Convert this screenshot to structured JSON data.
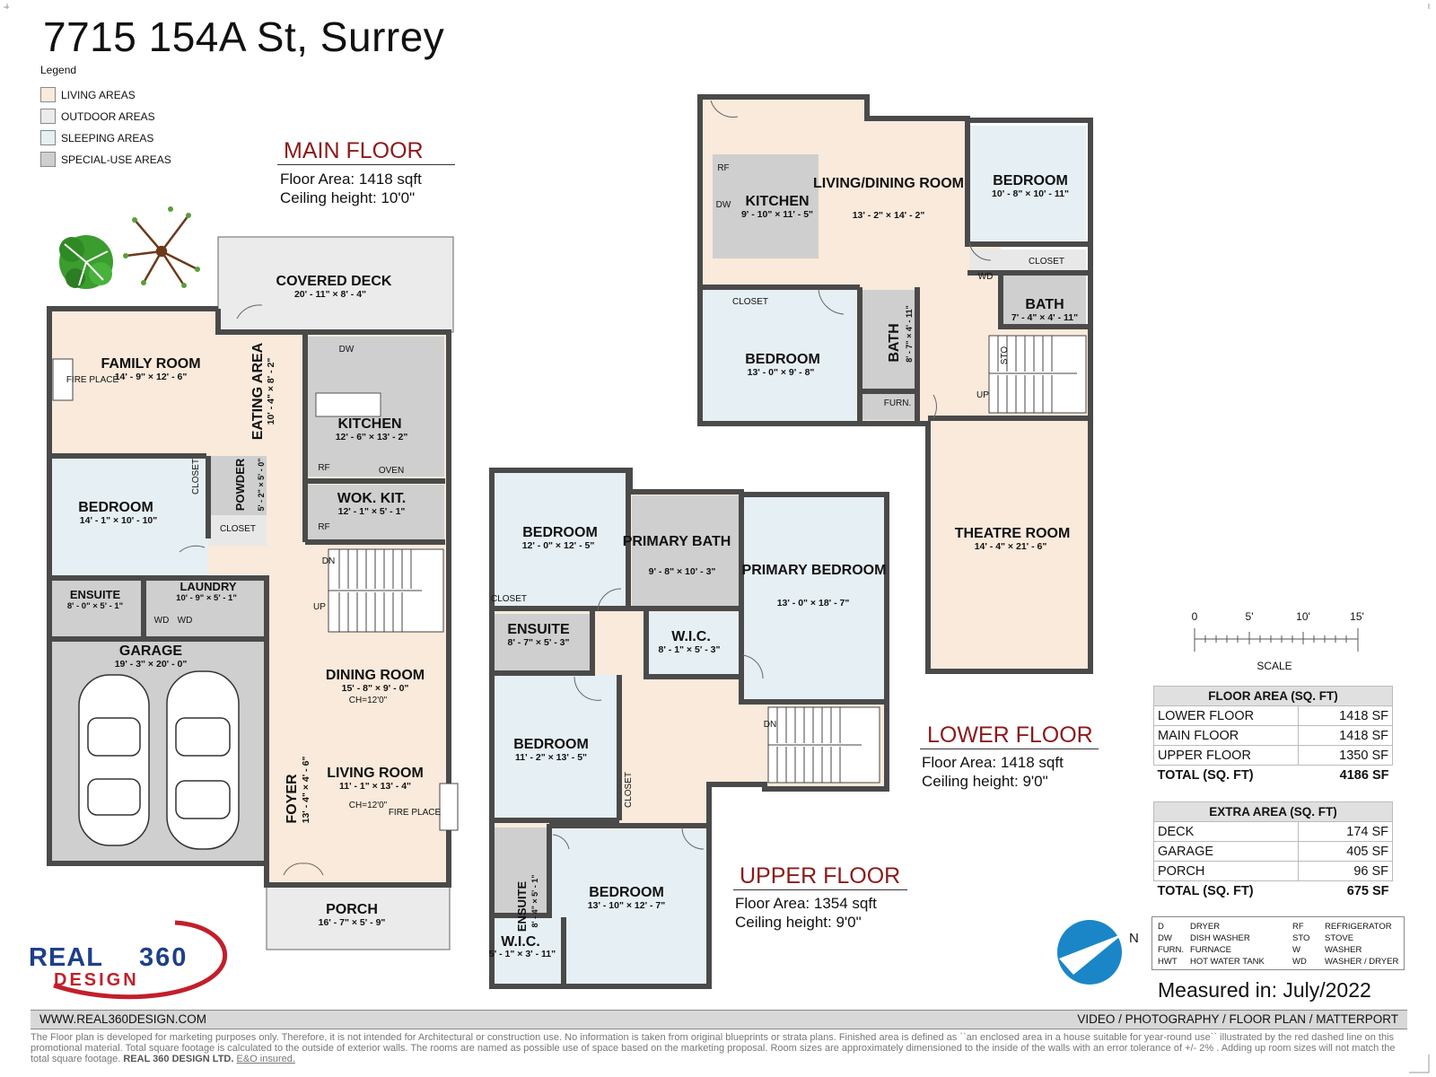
{
  "title": "7715 154A St, Surrey",
  "legend": {
    "title": "Legend",
    "items": [
      {
        "label": "LIVING AREAS",
        "color": "#f9eadb"
      },
      {
        "label": "OUTDOOR AREAS",
        "color": "#ebebeb"
      },
      {
        "label": "SLEEPING AREAS",
        "color": "#e6eff3"
      },
      {
        "label": "SPECIAL-USE AREAS",
        "color": "#cfcfcf"
      }
    ]
  },
  "floors": {
    "main": {
      "title": "MAIN FLOOR",
      "area": "Floor Area: 1418 sqft",
      "ceiling": "Ceiling height: 10'0\""
    },
    "lower": {
      "title": "LOWER FLOOR",
      "area": "Floor Area: 1418 sqft",
      "ceiling": "Ceiling height: 9'0\""
    },
    "upper": {
      "title": "UPPER FLOOR",
      "area": "Floor Area: 1354 sqft",
      "ceiling": "Ceiling height: 9'0\""
    }
  },
  "rooms": {
    "covered_deck": {
      "name": "COVERED DECK",
      "dim": "20' - 11\" × 8' - 4\""
    },
    "family_room": {
      "name": "FAMILY ROOM",
      "dim": "14' - 9\" × 12' - 6\""
    },
    "fireplace_main": "FIRE PLACE",
    "eating_area": {
      "name": "EATING AREA",
      "dim": "10' - 4\" × 8' - 2\""
    },
    "kitchen_main": {
      "name": "KITCHEN",
      "dim": "12' - 6\" × 13' - 2\""
    },
    "bedroom_main": {
      "name": "BEDROOM",
      "dim": "14' - 1\" × 10' - 10\""
    },
    "powder": {
      "name": "POWDER",
      "dim": "5' - 2\" × 5' - 0\""
    },
    "wok_kitchen": {
      "name": "WOK. KIT.",
      "dim": "12' - 1\" × 5' - 1\""
    },
    "ensuite_main": {
      "name": "ENSUITE",
      "dim": "8' - 0\" × 5' - 1\""
    },
    "laundry": {
      "name": "LAUNDRY",
      "dim": "10' - 9\" × 5' - 1\""
    },
    "garage": {
      "name": "GARAGE",
      "dim": "19' - 3\" × 20' - 0\""
    },
    "dining_room": {
      "name": "DINING ROOM",
      "dim": "15' - 8\" × 9' - 0\"",
      "ch": "CH=12'0\""
    },
    "living_room": {
      "name": "LIVING ROOM",
      "dim": "11' - 1\" × 13' - 4\"",
      "ch": "CH=12'0\""
    },
    "foyer": {
      "name": "FOYER",
      "dim": "13' - 4\" × 4' - 6\""
    },
    "fireplace_living": "FIRE PLACE",
    "porch": {
      "name": "PORCH",
      "dim": "16' - 7\" × 5' - 9\""
    },
    "kitchen_lower": {
      "name": "KITCHEN",
      "dim": "9' - 10\" × 11' - 5\""
    },
    "living_dining": {
      "name": "LIVING/DINING ROOM",
      "dim": "13' - 2\" × 14' - 2\""
    },
    "bedroom_lower_1": {
      "name": "BEDROOM",
      "dim": "10' - 8\" × 10' - 11\""
    },
    "bedroom_lower_2": {
      "name": "BEDROOM",
      "dim": "13' - 0\" × 9' - 8\""
    },
    "bath_lower_1": {
      "name": "BATH",
      "dim": "7' - 4\" × 4' - 11\""
    },
    "bath_lower_2": {
      "name": "BATH",
      "dim": "8' - 7\" × 4' - 11\""
    },
    "theatre_room": {
      "name": "THEATRE ROOM",
      "dim": "14' - 4\" × 21' - 6\""
    },
    "bedroom_upper_1": {
      "name": "BEDROOM",
      "dim": "12' - 0\" × 12' - 5\""
    },
    "primary_bath": {
      "name": "PRIMARY BATH",
      "dim": "9' - 8\" × 10' - 3\""
    },
    "primary_bedroom": {
      "name": "PRIMARY BEDROOM",
      "dim": "13' - 0\" × 18' - 7\""
    },
    "ensuite_upper_1": {
      "name": "ENSUITE",
      "dim": "8' - 7\" × 5' - 3\""
    },
    "wic_upper_1": {
      "name": "W.I.C.",
      "dim": "8' - 1\" × 5' - 3\""
    },
    "bedroom_upper_2": {
      "name": "BEDROOM",
      "dim": "11' - 2\" × 13' - 5\""
    },
    "ensuite_upper_2": {
      "name": "ENSUITE",
      "dim": "8' - 4\" × 5' - 1\""
    },
    "wic_upper_2": {
      "name": "W.I.C.",
      "dim": "5' - 1\" × 3' - 11\""
    },
    "bedroom_upper_3": {
      "name": "BEDROOM",
      "dim": "13' - 10\" × 12' - 7\""
    }
  },
  "fixtures": {
    "closet": "CLOSET",
    "dw": "DW",
    "rf": "RF",
    "oven": "OVEN",
    "wd": "WD",
    "furn": "FURN.",
    "dn": "DN",
    "up": "UP",
    "sto": "STO"
  },
  "scale": {
    "ticks": [
      "0",
      "5'",
      "10'",
      "15'"
    ],
    "label": "SCALE"
  },
  "floor_area_table": {
    "title": "FLOOR AREA (SQ. FT)",
    "rows": [
      {
        "label": "LOWER FLOOR",
        "value": "1418 SF"
      },
      {
        "label": "MAIN FLOOR",
        "value": "1418 SF"
      },
      {
        "label": "UPPER FLOOR",
        "value": "1350 SF"
      }
    ],
    "total_label": "TOTAL (SQ. FT)",
    "total_value": "4186 SF"
  },
  "extra_area_table": {
    "title": "EXTRA AREA (SQ. FT)",
    "rows": [
      {
        "label": "DECK",
        "value": "174 SF"
      },
      {
        "label": "GARAGE",
        "value": "405 SF"
      },
      {
        "label": "PORCH",
        "value": "96 SF"
      }
    ],
    "total_label": "TOTAL (SQ. FT)",
    "total_value": "675 SF"
  },
  "abbreviations": [
    {
      "code": "D",
      "meaning": "DRYER"
    },
    {
      "code": "DW",
      "meaning": "DISH WASHER"
    },
    {
      "code": "FURN.",
      "meaning": "FURNACE"
    },
    {
      "code": "HWT",
      "meaning": "HOT WATER TANK"
    },
    {
      "code": "RF",
      "meaning": "REFRIGERATOR"
    },
    {
      "code": "STO",
      "meaning": "STOVE"
    },
    {
      "code": "W",
      "meaning": "WASHER"
    },
    {
      "code": "WD",
      "meaning": "WASHER / DRYER"
    }
  ],
  "compass": "N",
  "measured": "Measured in: July/2022",
  "logo": {
    "part1": "REAL",
    "part2": "360",
    "part3": "DESIGN"
  },
  "footer": {
    "website": "WWW.REAL360DESIGN.COM",
    "services": "VIDEO / PHOTOGRAPHY / FLOOR PLAN / MATTERPORT"
  },
  "disclaimer": {
    "text1": "The Floor plan is developed for marketing purposes only. Therefore, it is not intended for Architectural or construction use. No information is taken from original blueprints or strata plans. Finished area is defined as ``an enclosed area in a house suitable for year-round use`` illustrated by the red dashed line on this promotional material. Total square footage is calculated to the outside of exterior walls. The rooms are named as possible use of space based on the marketing proposal. Room sizes are approximately dimensioned to the inside of the walls with an error tolerance of +/- 2% . Adding up room sizes will not match the total square footage.",
    "company": "REAL 360 DESIGN LTD.",
    "insured": "E&O insured."
  },
  "colors": {
    "living": "#f9eadb",
    "outdoor": "#ebebeb",
    "sleeping": "#e6eff3",
    "special": "#cfcfcf",
    "wall": "#4a4a4a",
    "accent_red": "#8b1a1a",
    "logo_blue": "#1e3f8a",
    "logo_red": "#c21f2b",
    "compass_blue": "#1a86c8"
  }
}
